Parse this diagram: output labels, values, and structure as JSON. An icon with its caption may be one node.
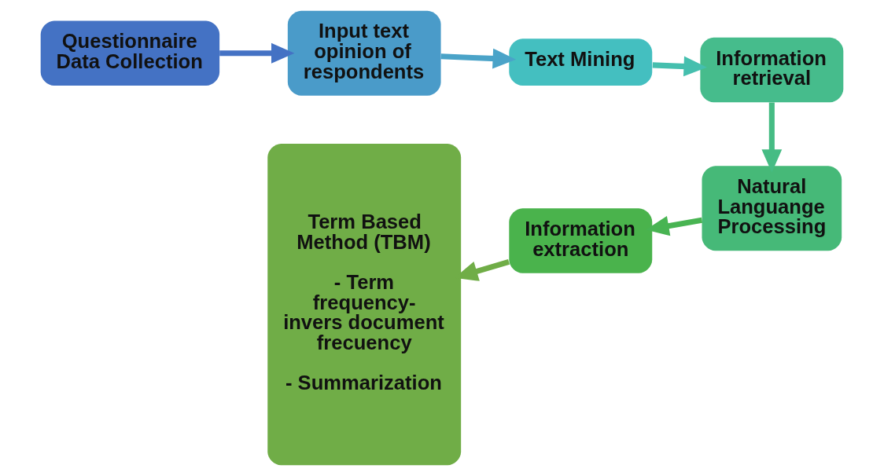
{
  "diagram": {
    "nodes": [
      {
        "text": [
          "Questionnaire Data Collection"
        ]
      },
      {
        "text": [
          "Input text opinion of respondents"
        ]
      },
      {
        "text": [
          "Text Mining"
        ]
      },
      {
        "text": [
          "Information retrieval"
        ]
      },
      {
        "text": [
          "Natural Languange Processing"
        ]
      },
      {
        "text": [
          "Information extraction"
        ]
      },
      {
        "text": [
          "Term Based Method (TBM)",
          "- Term frequency- invers document frecuency",
          "- Summarization"
        ]
      }
    ],
    "edges": [
      {
        "from": 0,
        "to": 1,
        "arrow": "to",
        "color": "#4472c4"
      },
      {
        "from": 1,
        "to": 2,
        "arrow": "to",
        "color": "#4aa3c8"
      },
      {
        "from": 2,
        "to": 3,
        "arrow": "to",
        "color": "#45bfae"
      },
      {
        "from": 3,
        "to": 4,
        "arrow": "to",
        "color": "#46bc84"
      },
      {
        "from": 4,
        "to": 5,
        "arrow": "to",
        "color": "#48b452"
      },
      {
        "from": 5,
        "to": 6,
        "arrow": "to",
        "color": "#70ad47"
      }
    ]
  }
}
